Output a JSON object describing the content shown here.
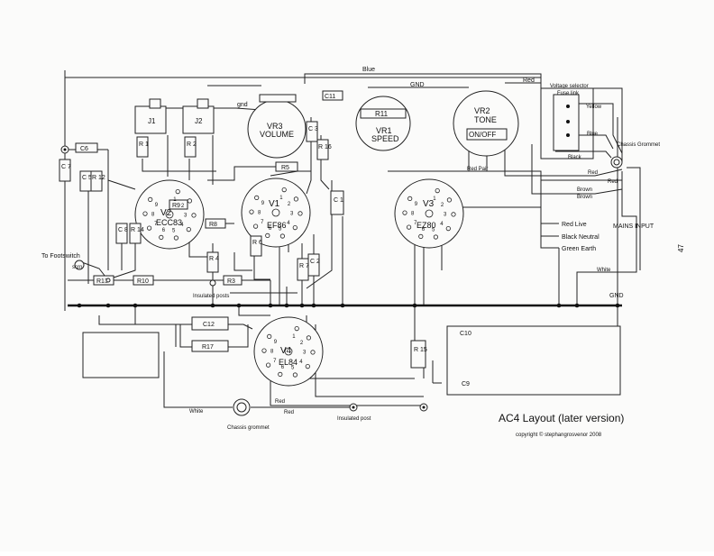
{
  "title": "AC4 Layout (later version)",
  "copyright": "copyright © stephangrosvenor 2008",
  "page_number": "47",
  "valves": {
    "v1": {
      "name": "V1",
      "type": "EF86"
    },
    "v2": {
      "name": "V2",
      "type": "ECC83"
    },
    "v3": {
      "name": "V3",
      "type": "EZ80"
    },
    "v4": {
      "name": "V4",
      "type": "EL84"
    }
  },
  "controls": {
    "vr1": {
      "name": "VR1",
      "label": "SPEED"
    },
    "vr2": {
      "name": "VR2",
      "label": "TONE",
      "switch": "ON/OFF"
    },
    "vr3": {
      "name": "VR3",
      "label": "VOLUME"
    }
  },
  "jacks": {
    "j1": "J1",
    "j2": "J2"
  },
  "resistors": {
    "r1": "R 1",
    "r2": "R 2",
    "r3": "R3",
    "r4": "R 4",
    "r5": "R5",
    "r6": "R 6",
    "r7": "R 7",
    "r8": "R8",
    "r9": "R9",
    "r10": "R10",
    "r11": "R11",
    "r12": "R 12",
    "r13": "R13",
    "r14": "R 14",
    "r15": "R 15",
    "r16": "R 16",
    "r17": "R17"
  },
  "capacitors": {
    "c1": "C 1",
    "c2": "C 2",
    "c3": "C 3",
    "c5": "C 5",
    "c6": "C6",
    "c7": "C 7",
    "c8": "C 8",
    "c9": "C9",
    "c10": "C10",
    "c11": "C11",
    "c12": "C12"
  },
  "wires": {
    "blue_top": "Blue",
    "gnd_top": "GND",
    "gnd_chassis": "gnd",
    "red_top": "Red",
    "yellow": "Yellow",
    "blue_right": "Blue",
    "black": "Black",
    "red_pair": "Red Pair",
    "red_r1": "Red",
    "red_r2": "Red",
    "brown1": "Brown",
    "brown2": "Brown",
    "white_right": "White",
    "gnd_bus": "GND",
    "white_bottom": "White",
    "red_bottom1": "Red",
    "red_bottom2": "Red",
    "scrn": "scrn"
  },
  "labels": {
    "voltage_selector": "Voltage selector",
    "fuse_link": "Fuse link",
    "chassis_grommet_right": "Chassis Grommet",
    "chassis_grommet_bottom": "Chassis grommet",
    "to_footswitch": "To Footswitch",
    "insulated_posts": "Insulated posts",
    "insulated_post": "Insulated post",
    "mains_input": "MAINS INPUT",
    "red_live": "Red  Live",
    "black_neutral": "Black Neutral",
    "green_earth": "Green  Earth"
  },
  "pins": {
    "v1": [
      "1",
      "2",
      "3",
      "4",
      "5",
      "6",
      "7",
      "8",
      "9"
    ],
    "v2": [
      "1",
      "2",
      "3",
      "4",
      "5",
      "6",
      "7",
      "8",
      "9"
    ],
    "v3": [
      "1",
      "2",
      "3",
      "4",
      "5",
      "6",
      "7",
      "8",
      "9"
    ],
    "v4": [
      "1",
      "2",
      "3",
      "4",
      "5",
      "6",
      "7",
      "8",
      "9"
    ]
  }
}
